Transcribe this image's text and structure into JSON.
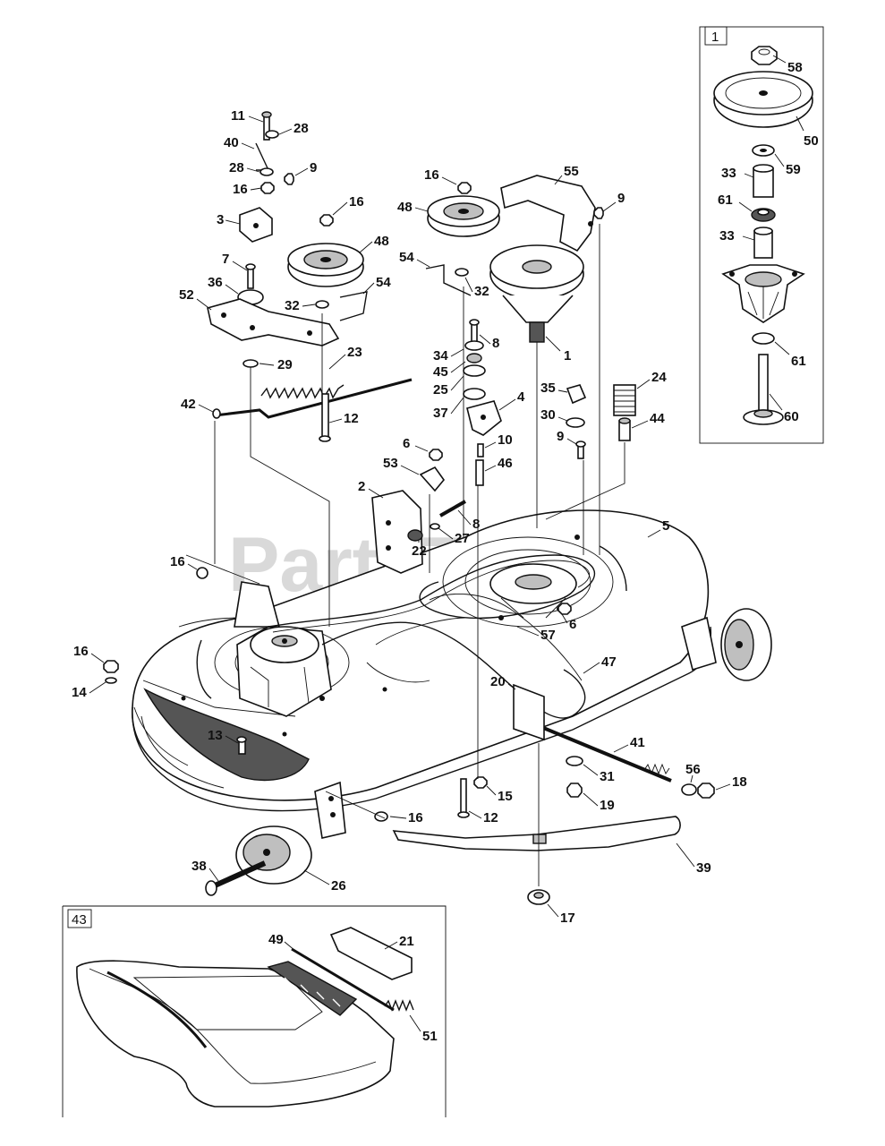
{
  "watermark": "PartsTree",
  "insets": [
    {
      "id": "spindle-inset",
      "label": "1"
    },
    {
      "id": "chute-inset",
      "label": "43"
    }
  ],
  "callouts": [
    {
      "id": "c11",
      "text": "11"
    },
    {
      "id": "c28a",
      "text": "28"
    },
    {
      "id": "c40",
      "text": "40"
    },
    {
      "id": "c28b",
      "text": "28"
    },
    {
      "id": "c9a",
      "text": "9"
    },
    {
      "id": "c16a",
      "text": "16"
    },
    {
      "id": "c3",
      "text": "3"
    },
    {
      "id": "c16b",
      "text": "16"
    },
    {
      "id": "c48a",
      "text": "48"
    },
    {
      "id": "c7",
      "text": "7"
    },
    {
      "id": "c36",
      "text": "36"
    },
    {
      "id": "c52",
      "text": "52"
    },
    {
      "id": "c32a",
      "text": "32"
    },
    {
      "id": "c54a",
      "text": "54"
    },
    {
      "id": "c29",
      "text": "29"
    },
    {
      "id": "c23",
      "text": "23"
    },
    {
      "id": "c42",
      "text": "42"
    },
    {
      "id": "c12a",
      "text": "12"
    },
    {
      "id": "c16c",
      "text": "16"
    },
    {
      "id": "c48b",
      "text": "48"
    },
    {
      "id": "c54b",
      "text": "54"
    },
    {
      "id": "c32b",
      "text": "32"
    },
    {
      "id": "c55",
      "text": "55"
    },
    {
      "id": "c9b",
      "text": "9"
    },
    {
      "id": "c1",
      "text": "1"
    },
    {
      "id": "c8a",
      "text": "8"
    },
    {
      "id": "c34",
      "text": "34"
    },
    {
      "id": "c45",
      "text": "45"
    },
    {
      "id": "c25",
      "text": "25"
    },
    {
      "id": "c37",
      "text": "37"
    },
    {
      "id": "c4",
      "text": "4"
    },
    {
      "id": "c35",
      "text": "35"
    },
    {
      "id": "c24",
      "text": "24"
    },
    {
      "id": "c30",
      "text": "30"
    },
    {
      "id": "c44",
      "text": "44"
    },
    {
      "id": "c9c",
      "text": "9"
    },
    {
      "id": "c6a",
      "text": "6"
    },
    {
      "id": "c10",
      "text": "10"
    },
    {
      "id": "c46",
      "text": "46"
    },
    {
      "id": "c53",
      "text": "53"
    },
    {
      "id": "c2",
      "text": "2"
    },
    {
      "id": "c8b",
      "text": "8"
    },
    {
      "id": "c27",
      "text": "27"
    },
    {
      "id": "c22",
      "text": "22"
    },
    {
      "id": "c5",
      "text": "5"
    },
    {
      "id": "c16d",
      "text": "16"
    },
    {
      "id": "c6b",
      "text": "6"
    },
    {
      "id": "c57",
      "text": "57"
    },
    {
      "id": "c16e",
      "text": "16"
    },
    {
      "id": "c14",
      "text": "14"
    },
    {
      "id": "c47",
      "text": "47"
    },
    {
      "id": "c20",
      "text": "20"
    },
    {
      "id": "c13",
      "text": "13"
    },
    {
      "id": "c41",
      "text": "41"
    },
    {
      "id": "c31",
      "text": "31"
    },
    {
      "id": "c56",
      "text": "56"
    },
    {
      "id": "c18",
      "text": "18"
    },
    {
      "id": "c15",
      "text": "15"
    },
    {
      "id": "c19",
      "text": "19"
    },
    {
      "id": "c16f",
      "text": "16"
    },
    {
      "id": "c12b",
      "text": "12"
    },
    {
      "id": "c38",
      "text": "38"
    },
    {
      "id": "c26",
      "text": "26"
    },
    {
      "id": "c39",
      "text": "39"
    },
    {
      "id": "c17",
      "text": "17"
    },
    {
      "id": "c49",
      "text": "49"
    },
    {
      "id": "c21",
      "text": "21"
    },
    {
      "id": "c51",
      "text": "51"
    },
    {
      "id": "c58",
      "text": "58"
    },
    {
      "id": "c50",
      "text": "50"
    },
    {
      "id": "c33a",
      "text": "33"
    },
    {
      "id": "c59",
      "text": "59"
    },
    {
      "id": "c61a",
      "text": "61"
    },
    {
      "id": "c33b",
      "text": "33"
    },
    {
      "id": "c61b",
      "text": "61"
    },
    {
      "id": "c60",
      "text": "60"
    }
  ]
}
